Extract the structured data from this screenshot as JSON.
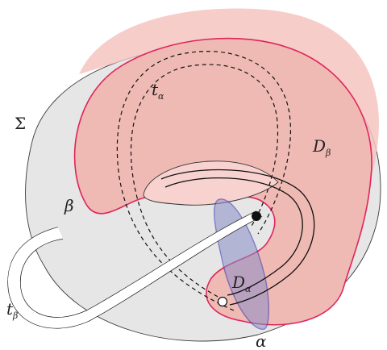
{
  "labels": {
    "sigma": "Σ",
    "beta": "β",
    "t_alpha": {
      "base": "t",
      "sub": "α"
    },
    "t_beta": {
      "base": "t",
      "sub": "β"
    },
    "D_beta": {
      "base": "D",
      "sub": "β"
    },
    "D_alpha": {
      "base": "D",
      "sub": "α"
    },
    "alpha": "α"
  },
  "colors": {
    "surface": "#e6e6e6",
    "surface_stroke": "#3a3a3a",
    "disk_beta_fill": "#f0b5b0",
    "disk_beta_stroke": "#e0245a",
    "disk_alpha_fill": "#8a8ec8",
    "disk_alpha_stroke": "#2a2ab0",
    "tube_stroke": "#111111"
  }
}
